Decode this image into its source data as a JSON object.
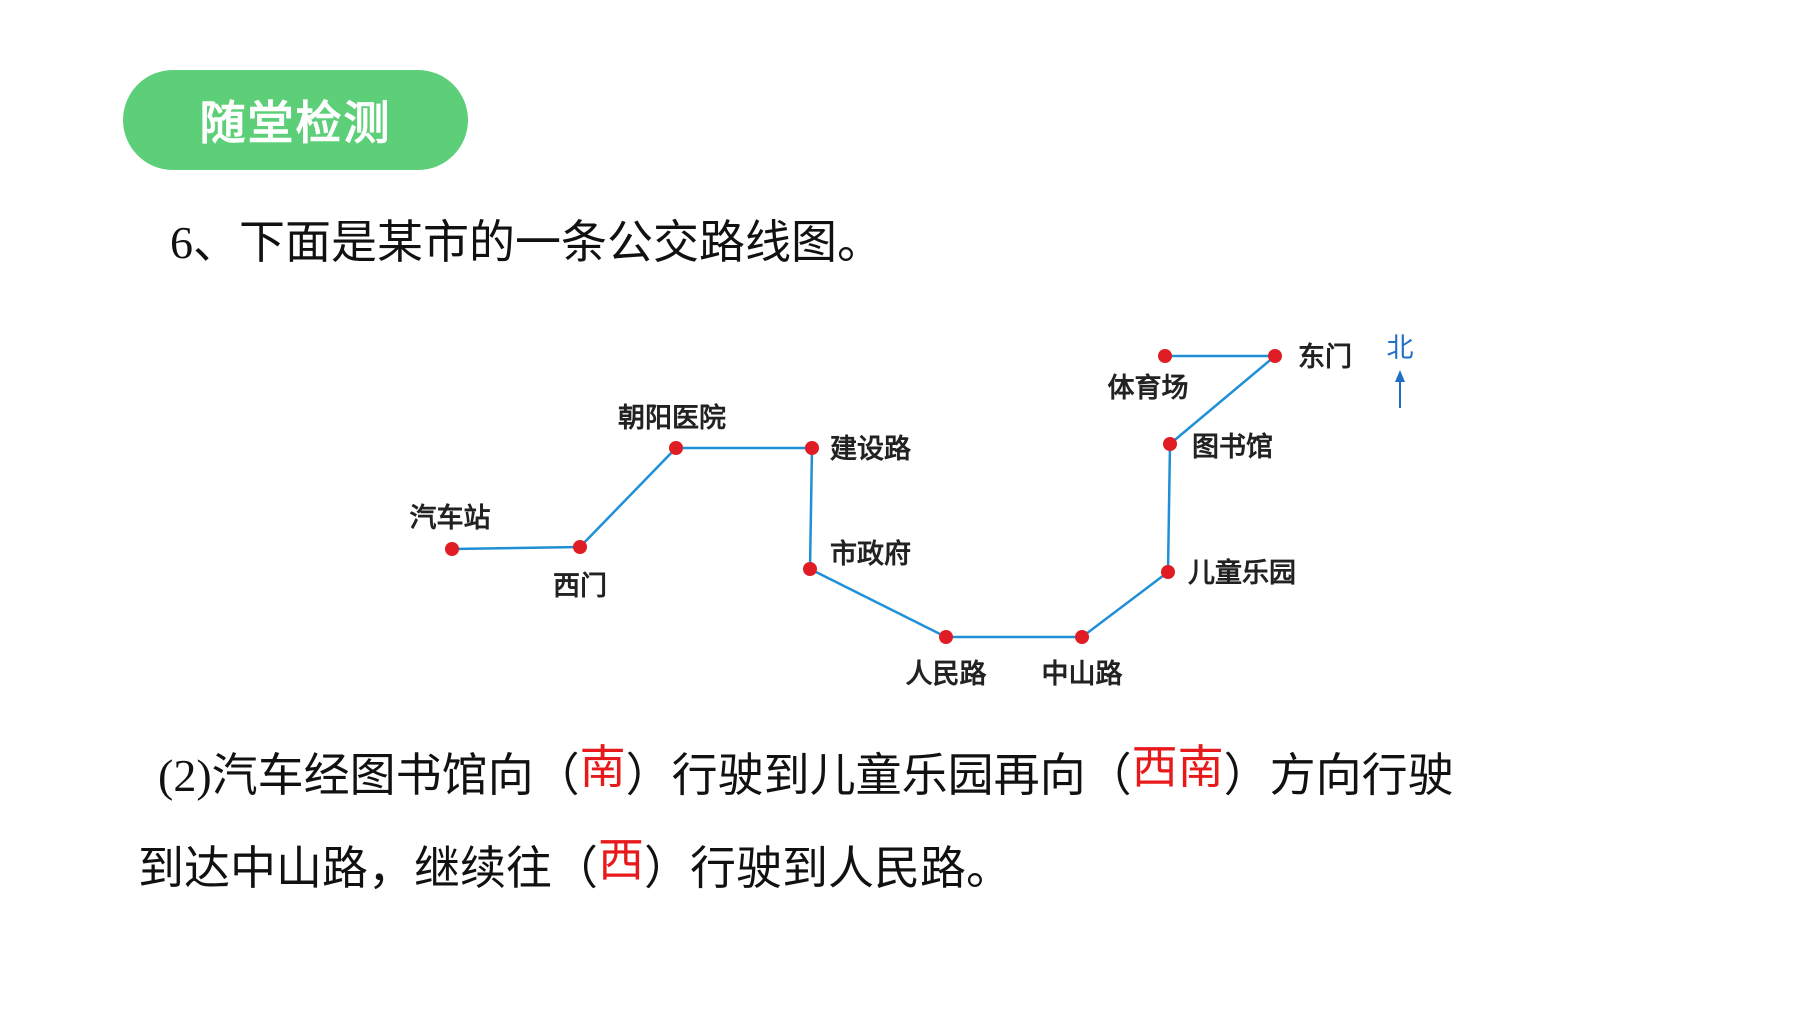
{
  "badge": {
    "label": "随堂检测"
  },
  "question": {
    "number": "6、",
    "text": "下面是某市的一条公交路线图。"
  },
  "map": {
    "line_color": "#1f8fd6",
    "stop_color": "#e01d24",
    "north_label": "北",
    "north_color": "#1f6fc4",
    "stops": [
      {
        "name": "汽车站"
      },
      {
        "name": "西门"
      },
      {
        "name": "朝阳医院"
      },
      {
        "name": "建设路"
      },
      {
        "name": "市政府"
      },
      {
        "name": "人民路"
      },
      {
        "name": "中山路"
      },
      {
        "name": "儿童乐园"
      },
      {
        "name": "图书馆"
      },
      {
        "name": "东门"
      },
      {
        "name": "体育场"
      }
    ]
  },
  "answer": {
    "prefix": "(2)",
    "part1": "汽车经图书馆向（",
    "blank1": "南",
    "part2": "）行驶到儿童乐园再向（",
    "blank2": "西南",
    "part3": "）方向行驶",
    "part4": "到达中山路，继续往（",
    "blank3": "西",
    "part5": "）行驶到人民路。",
    "answer_color": "#e8191b"
  }
}
